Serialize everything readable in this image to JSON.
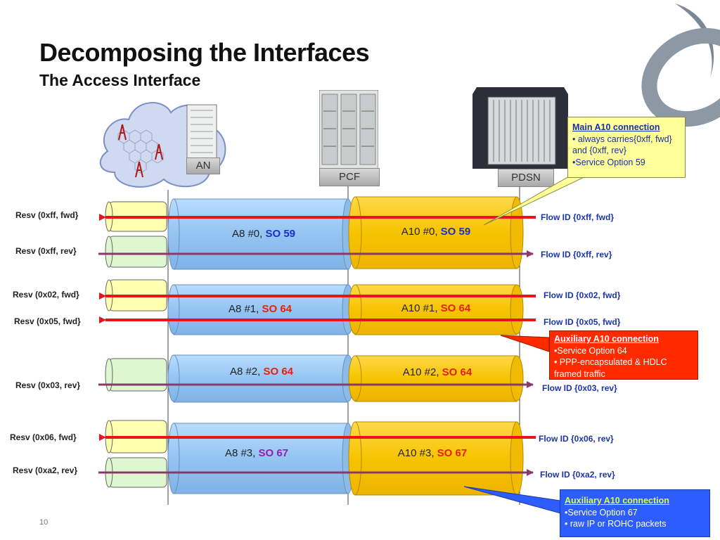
{
  "title": "Decomposing the Interfaces",
  "subtitle": "The Access Interface",
  "page_number": "10",
  "nodes": {
    "an": "AN",
    "pcf": "PCF",
    "pdsn": "PDSN"
  },
  "left_labels": [
    "Resv (0xff, fwd}",
    "Resv (0xff, rev}",
    "Resv (0x02, fwd}",
    "Resv (0x05, fwd}",
    "Resv (0x03, rev}",
    "Resv (0x06, fwd}",
    "Resv (0xa2, rev}"
  ],
  "flow_labels": [
    "Flow ID {0xff, fwd}",
    "Flow ID {0xff, rev}",
    "Flow ID {0x02, fwd}",
    "Flow ID {0x05, fwd}",
    "Flow ID {0x03, rev}",
    "Flow ID {0x06, rev}",
    "Flow ID {0xa2, rev}"
  ],
  "pipes": [
    {
      "a8": "A8 #0, ",
      "a8_so": "SO 59",
      "a10": "A10 #0, ",
      "a10_so": "SO 59",
      "so_color": "#1a2fd0"
    },
    {
      "a8": "A8 #1, ",
      "a8_so": "SO 64",
      "a10": "A10 #1, ",
      "a10_so": "SO 64",
      "so_color": "#e8200a"
    },
    {
      "a8": "A8 #2, ",
      "a8_so": "SO 64",
      "a10": "A10 #2, ",
      "a10_so": "SO 64",
      "so_color": "#e8200a"
    },
    {
      "a8": "A8 #3, ",
      "a8_so": "SO 67",
      "a10": "A10 #3, ",
      "a10_so": "SO 67",
      "a8_so_color": "#9b1ab0",
      "so_color": "#e8200a"
    }
  ],
  "callouts": {
    "main": {
      "head": "Main A10 connection",
      "lines": [
        "• always carries{0xff, fwd} and {0xff, rev}",
        "•Service Option 59"
      ]
    },
    "aux64": {
      "head": "Auxiliary A10 connection",
      "lines": [
        "•Service Option 64",
        "• PPP-encapsulated & HDLC framed traffic"
      ]
    },
    "aux67": {
      "head": "Auxiliary A10 connection",
      "lines": [
        "•Service Option 67",
        "• raw IP or ROHC packets"
      ]
    }
  },
  "colors": {
    "a8_pipe": "#9ec9f5",
    "a10_pipe": "#f8c800",
    "fwd_arrow": "#e8141a",
    "rev_arrow": "#8a3a6a",
    "main_callout": "#ffff99",
    "aux64_callout": "#ff2a00",
    "aux67_callout": "#2e5dff"
  }
}
